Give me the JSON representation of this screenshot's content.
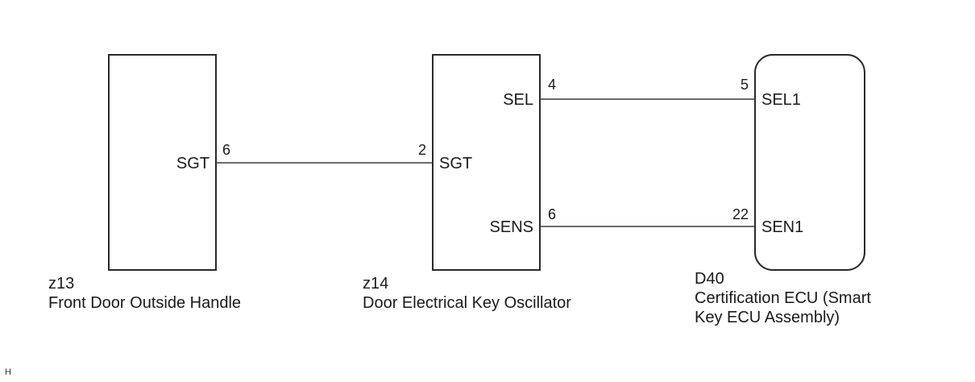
{
  "components": {
    "z13": {
      "code": "z13",
      "name": "Front Door Outside Handle",
      "pins": [
        {
          "label": "SGT",
          "number": "6"
        }
      ]
    },
    "z14": {
      "code": "z14",
      "name": "Door Electrical Key Oscillator",
      "pins": [
        {
          "label": "SEL",
          "number": "4"
        },
        {
          "label": "SGT",
          "number": "2"
        },
        {
          "label": "SENS",
          "number": "6"
        }
      ]
    },
    "d40": {
      "code": "D40",
      "name_line1": "Certification ECU (Smart",
      "name_line2": "Key ECU Assembly)",
      "pins": [
        {
          "label": "SEL1",
          "number": "5"
        },
        {
          "label": "SEN1",
          "number": "22"
        }
      ]
    }
  },
  "connections": [
    {
      "from": "z13.SGT",
      "to": "z14.SGT"
    },
    {
      "from": "z14.SEL",
      "to": "d40.SEL1"
    },
    {
      "from": "z14.SENS",
      "to": "d40.SEN1"
    }
  ],
  "footer_mark": "H"
}
